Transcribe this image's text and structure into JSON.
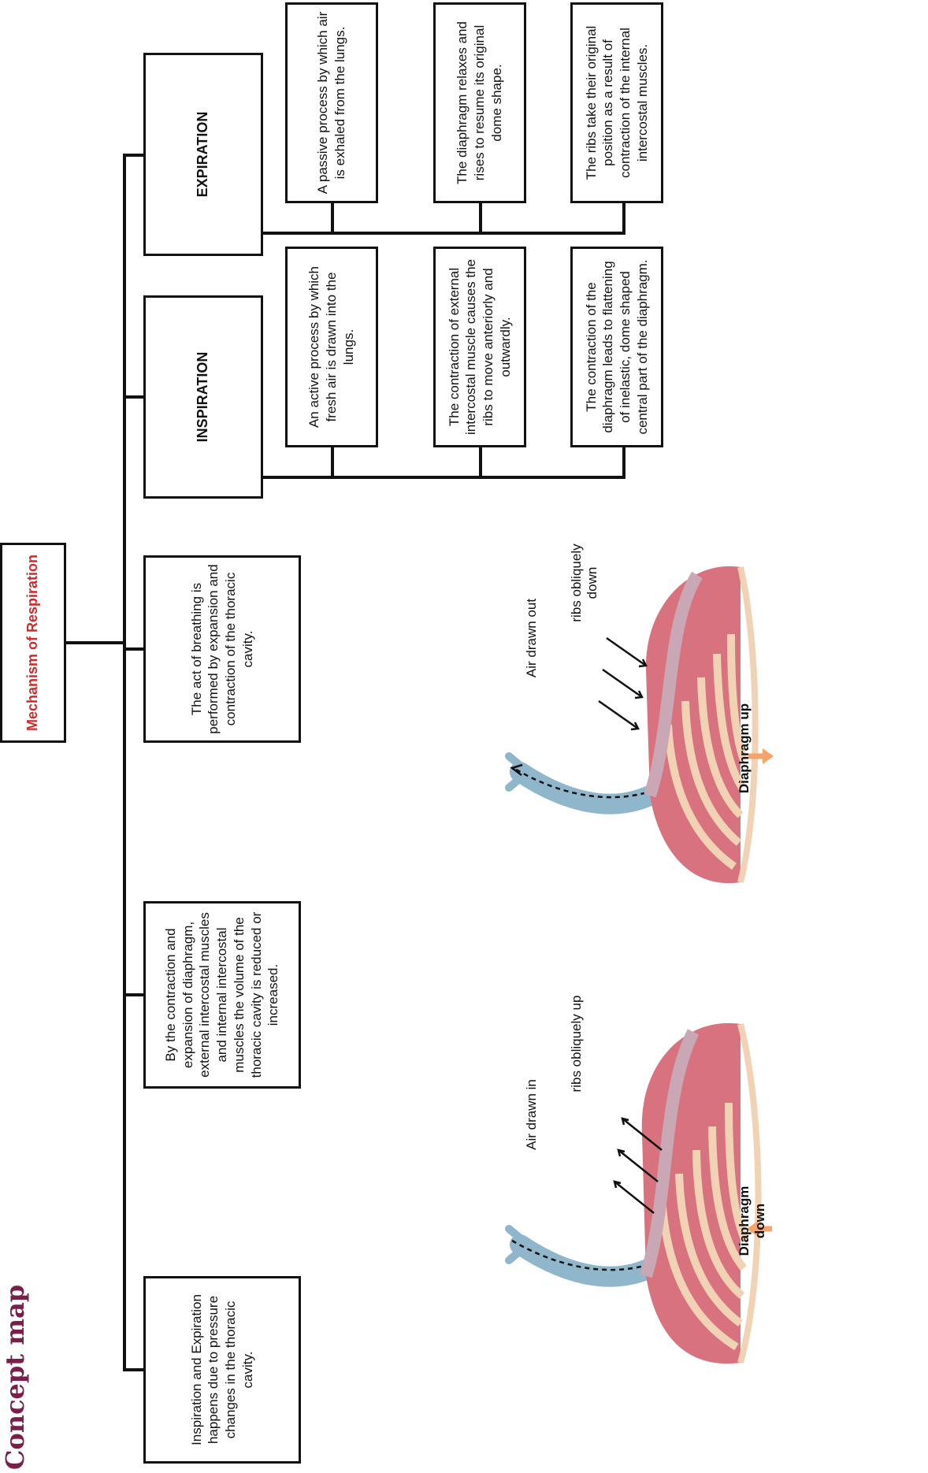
{
  "page_title": "Concept map",
  "root": {
    "label": "Mechanism of Respiration",
    "color": "#d22a2a"
  },
  "facts": [
    "Inspiration and Expiration happens due to pressure changes in the thoracic cavity.",
    "By the contraction and expansion of diaphragm, external intercostal muscles and internal intercostal muscles the volume of the thoracic cavity is reduced or increased.",
    "The act of breathing is performed by expansion and contraction of the thoracic cavity."
  ],
  "inspiration": {
    "heading": "INSPIRATION",
    "points": [
      "An active process by which fresh air is drawn into the lungs.",
      "The contraction of external intercostal muscle causes the ribs to move anteriorly and outwardly.",
      "The contraction of the diaphragm leads to flattening of inelastic, dome shaped central part of the diaphragm."
    ]
  },
  "expiration": {
    "heading": "EXPIRATION",
    "points": [
      "A passive process by which air is exhaled from the lungs.",
      "The diaphragm relaxes and rises to resume its original dome shape.",
      "The ribs take their original position as a result of contraction of the internal intercostal muscles."
    ]
  },
  "figures": {
    "inspiration_fig": {
      "air": "Air drawn in",
      "ribs": "ribs obliquely up",
      "diaphragm": "Diaphragm down"
    },
    "expiration_fig": {
      "air": "Air drawn out",
      "ribs": "ribs obliquely down",
      "diaphragm": "Diaphragm up"
    }
  },
  "colors": {
    "tissue": "#d9727f",
    "rib": "#f2d2b4",
    "airway": "#8fb6cb",
    "arrow_orange": "#f4a46a"
  }
}
